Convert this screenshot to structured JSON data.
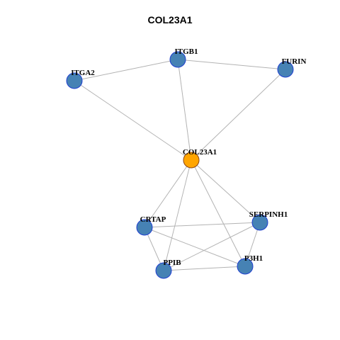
{
  "title": "COL23A1",
  "colors": {
    "hub_fill": "#FFA500",
    "hub_stroke": "#8B4513",
    "node_fill": "#4682B4",
    "node_stroke": "#1f3fd0",
    "edge": "#b3b3b3"
  },
  "network": {
    "hub": "COL23A1",
    "nodes": [
      {
        "id": "COL23A1",
        "label": "COL23A1",
        "role": "hub"
      },
      {
        "id": "ITGB1",
        "label": "ITGB1",
        "role": "neighbor"
      },
      {
        "id": "ITGA2",
        "label": "ITGA2",
        "role": "neighbor"
      },
      {
        "id": "FURIN",
        "label": "FURIN",
        "role": "neighbor"
      },
      {
        "id": "CRTAP",
        "label": "CRTAP",
        "role": "neighbor"
      },
      {
        "id": "SERPINH1",
        "label": "SERPINH1",
        "role": "neighbor"
      },
      {
        "id": "PPIB",
        "label": "PPIB",
        "role": "neighbor"
      },
      {
        "id": "P3H1",
        "label": "P3H1",
        "role": "neighbor"
      }
    ],
    "edges": [
      [
        "ITGA2",
        "ITGB1"
      ],
      [
        "ITGB1",
        "FURIN"
      ],
      [
        "ITGA2",
        "COL23A1"
      ],
      [
        "ITGB1",
        "COL23A1"
      ],
      [
        "FURIN",
        "COL23A1"
      ],
      [
        "COL23A1",
        "CRTAP"
      ],
      [
        "COL23A1",
        "PPIB"
      ],
      [
        "COL23A1",
        "SERPINH1"
      ],
      [
        "COL23A1",
        "P3H1"
      ],
      [
        "CRTAP",
        "SERPINH1"
      ],
      [
        "CRTAP",
        "PPIB"
      ],
      [
        "CRTAP",
        "P3H1"
      ],
      [
        "SERPINH1",
        "PPIB"
      ],
      [
        "SERPINH1",
        "P3H1"
      ],
      [
        "PPIB",
        "P3H1"
      ]
    ]
  }
}
